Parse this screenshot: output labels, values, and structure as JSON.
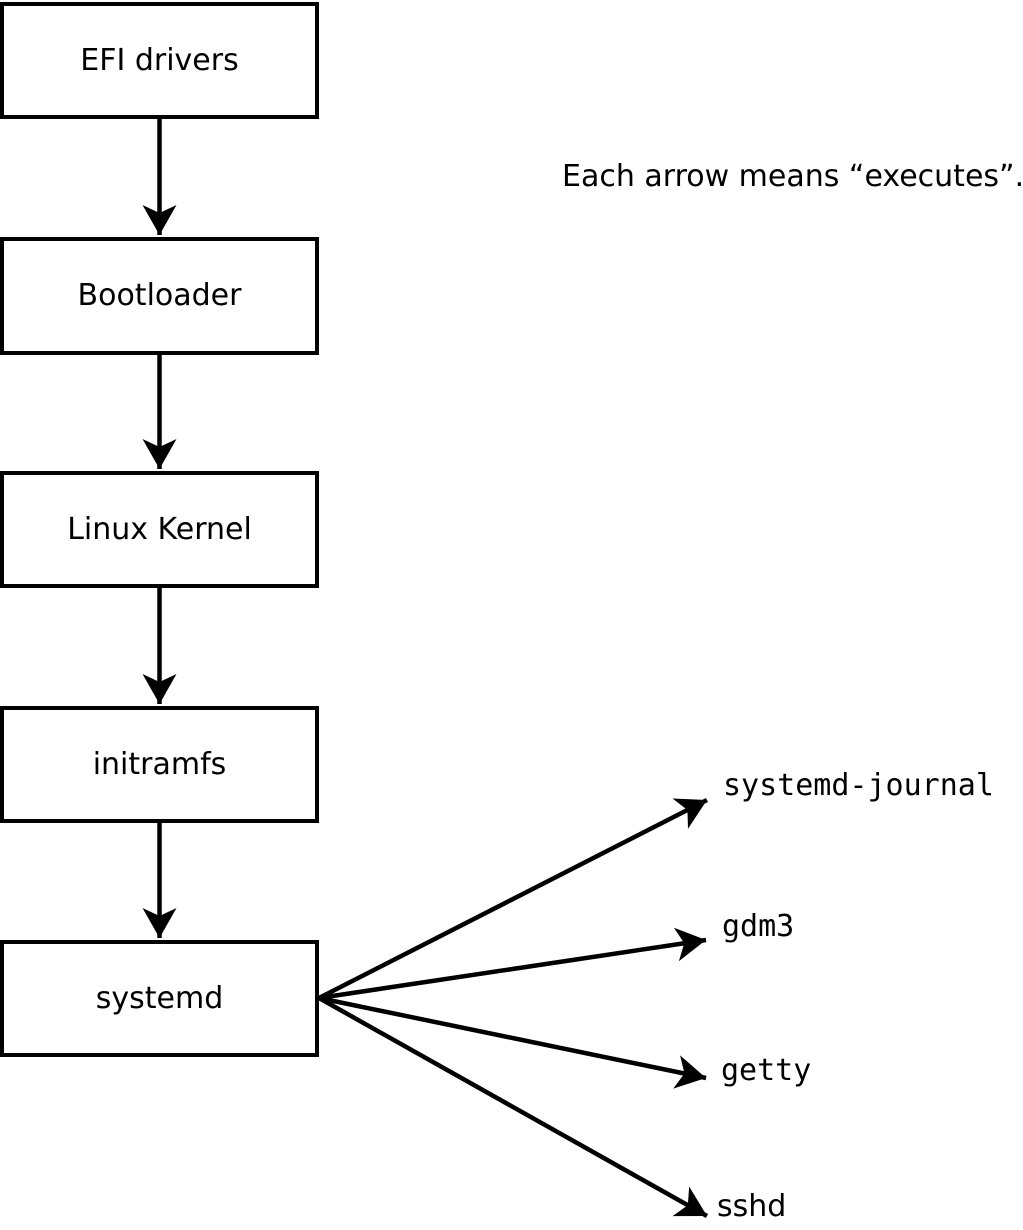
{
  "colors": {
    "ink": "#000000",
    "background": "#ffffff"
  },
  "annotation": {
    "text": "Each arrow means “executes”."
  },
  "boot_chain": {
    "boxes": [
      {
        "label": "EFI drivers"
      },
      {
        "label": "Bootloader"
      },
      {
        "label": "Linux Kernel"
      },
      {
        "label": "initramfs"
      },
      {
        "label": "systemd"
      }
    ]
  },
  "spawned_processes": [
    {
      "label": "systemd-journal"
    },
    {
      "label": "gdm3"
    },
    {
      "label": "getty"
    },
    {
      "label": "sshd"
    }
  ]
}
